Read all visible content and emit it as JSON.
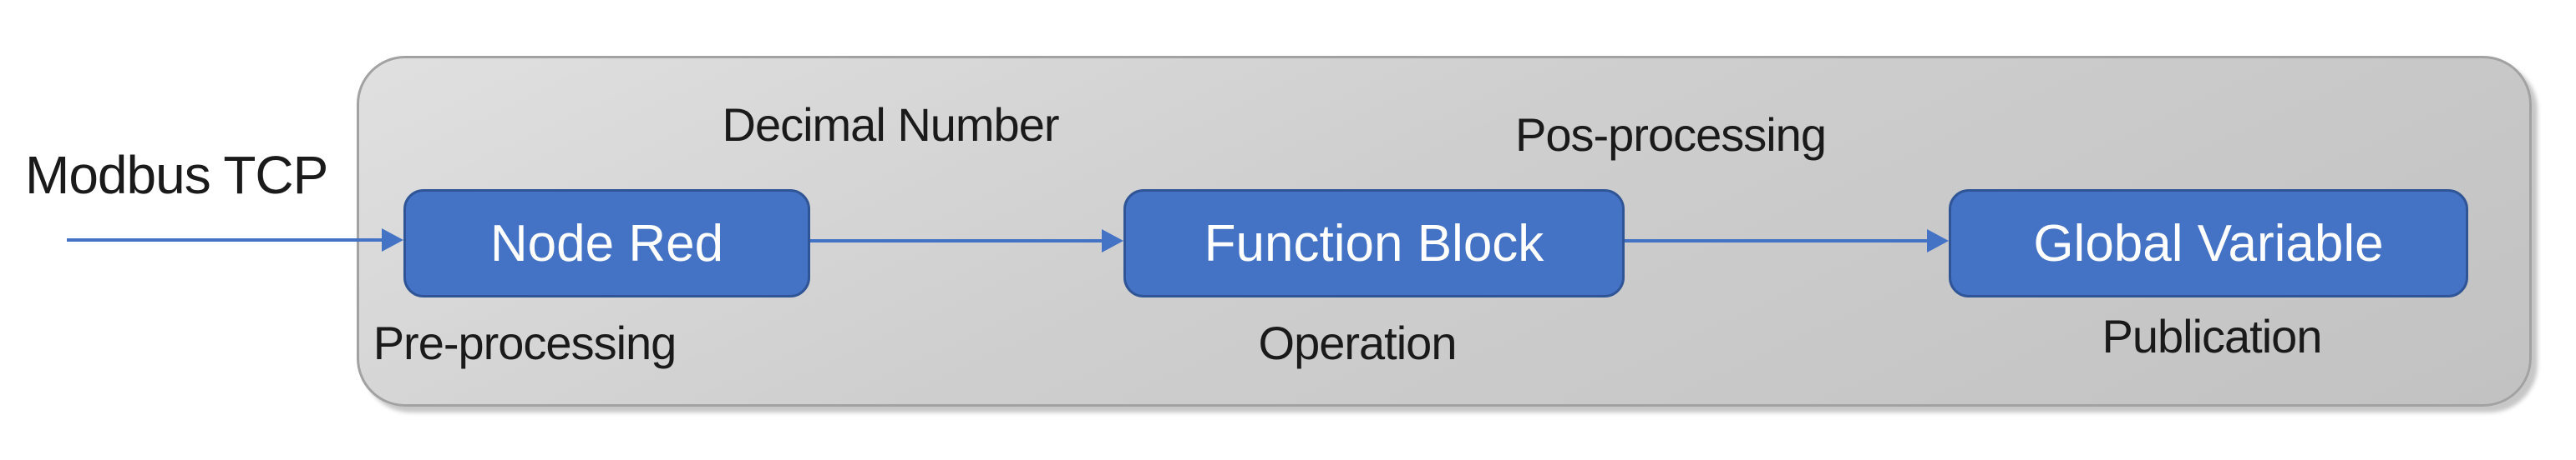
{
  "diagram": {
    "source_label": "Modbus TCP",
    "nodes": [
      {
        "label": "Node Red",
        "stage_label": "Pre-processing"
      },
      {
        "label": "Function Block",
        "stage_label": "Operation"
      },
      {
        "label": "Global Variable",
        "stage_label": "Publication"
      }
    ],
    "arrow_labels": {
      "node_red_to_function_block": "Decimal Number",
      "function_block_to_global_variable": "Pos-processing"
    },
    "colors": {
      "node_fill": "#4472C4",
      "node_border": "#2F5597",
      "node_text": "#FFFFFF",
      "arrow": "#4472C4",
      "container_fill": "#CDCDCD",
      "container_border": "#A2A2A2",
      "label_text": "#1A1A1A",
      "background": "#FFFFFF"
    }
  }
}
